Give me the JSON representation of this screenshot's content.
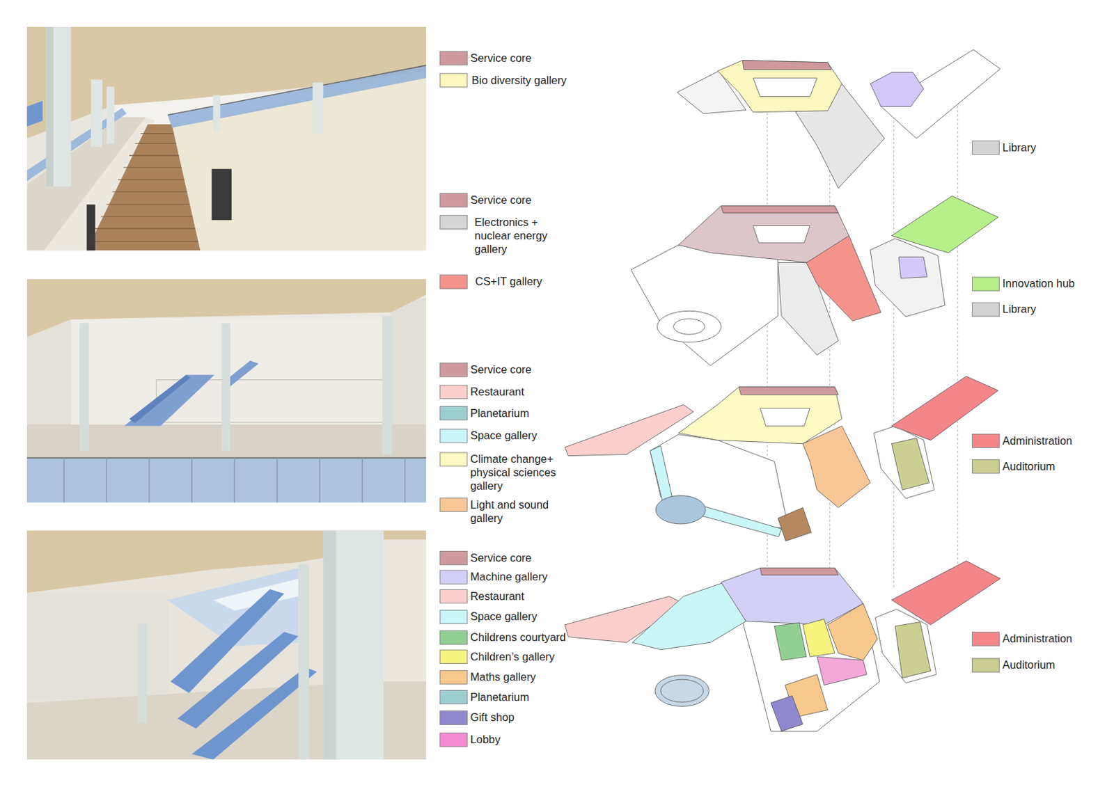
{
  "diagram": {
    "legend": [
      {
        "text": "Service core",
        "color": "#cf9a9f"
      },
      {
        "text": "Bio diversity gallery",
        "color": "#fdf7c0"
      },
      {
        "text": "Library",
        "color": "#d3d3d3"
      },
      {
        "text": "Service core",
        "color": "#cf9a9f"
      },
      {
        "text": "Electronics + nuclear energy gallery",
        "color": "#d6d6d6"
      },
      {
        "text": "CS+IT gallery",
        "color": "#f4938c"
      },
      {
        "text": "Innovation hub",
        "color": "#b7f08a"
      },
      {
        "text": "Library",
        "color": "#d3d3d3"
      },
      {
        "text": "Service core",
        "color": "#cf9a9f"
      },
      {
        "text": "Restaurant",
        "color": "#fccfcf"
      },
      {
        "text": "Planetarium",
        "color": "#9dcfcf"
      },
      {
        "text": "Space gallery",
        "color": "#cbf6f8"
      },
      {
        "text": "Climate change+ physical sciences gallery",
        "color": "#fdfbc4"
      },
      {
        "text": "Light and sound gallery",
        "color": "#f9c796"
      },
      {
        "text": "Administration",
        "color": "#f4868a"
      },
      {
        "text": "Auditorium",
        "color": "#cccf92"
      },
      {
        "text": "Service core",
        "color": "#cf9a9f"
      },
      {
        "text": "Machine gallery",
        "color": "#d3d0f8"
      },
      {
        "text": "Restaurant",
        "color": "#fccfcf"
      },
      {
        "text": "Space gallery",
        "color": "#cbf6f8"
      },
      {
        "text": "Childrens courtyard",
        "color": "#93cf93"
      },
      {
        "text": "Children’s gallery",
        "color": "#f8f480"
      },
      {
        "text": "Maths gallery",
        "color": "#f8c98c"
      },
      {
        "text": "Planetarium",
        "color": "#9dcfcf"
      },
      {
        "text": "Gift shop",
        "color": "#8f88cf"
      },
      {
        "text": "Lobby",
        "color": "#f48ad0"
      },
      {
        "text": "Administration",
        "color": "#f4868a"
      },
      {
        "text": "Auditorium",
        "color": "#cccf92"
      }
    ]
  }
}
